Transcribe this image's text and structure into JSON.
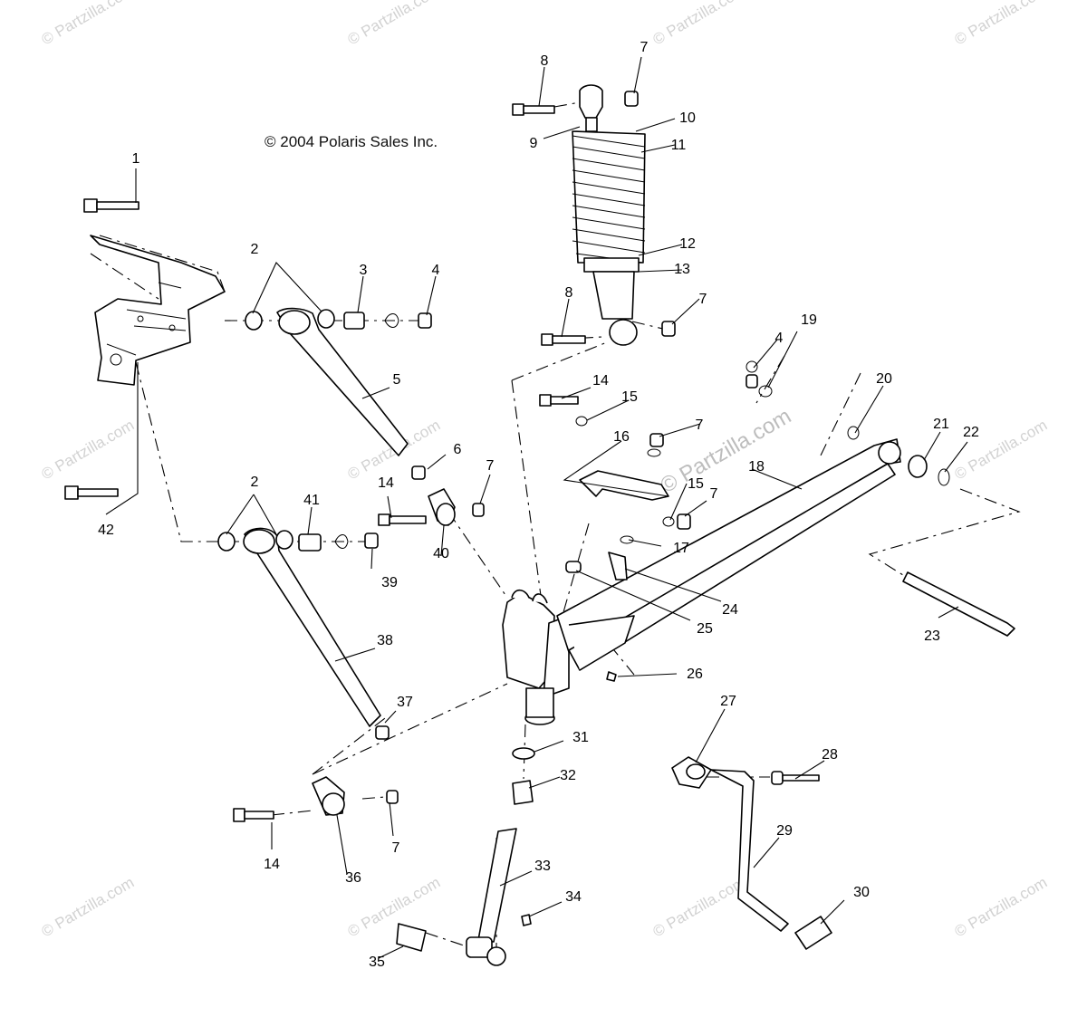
{
  "copyright": "© 2004 Polaris Sales Inc.",
  "watermark": {
    "text": "© Partzilla.com",
    "center_text": "© Partzilla.com"
  },
  "callouts": [
    {
      "num": "1"
    },
    {
      "num": "2"
    },
    {
      "num": "2"
    },
    {
      "num": "3"
    },
    {
      "num": "4"
    },
    {
      "num": "4"
    },
    {
      "num": "5"
    },
    {
      "num": "6"
    },
    {
      "num": "7"
    },
    {
      "num": "7"
    },
    {
      "num": "7"
    },
    {
      "num": "7"
    },
    {
      "num": "7"
    },
    {
      "num": "7"
    },
    {
      "num": "8"
    },
    {
      "num": "8"
    },
    {
      "num": "9"
    },
    {
      "num": "10"
    },
    {
      "num": "11"
    },
    {
      "num": "12"
    },
    {
      "num": "13"
    },
    {
      "num": "14"
    },
    {
      "num": "14"
    },
    {
      "num": "14"
    },
    {
      "num": "15"
    },
    {
      "num": "15"
    },
    {
      "num": "16"
    },
    {
      "num": "17"
    },
    {
      "num": "18"
    },
    {
      "num": "19"
    },
    {
      "num": "20"
    },
    {
      "num": "21"
    },
    {
      "num": "22"
    },
    {
      "num": "23"
    },
    {
      "num": "24"
    },
    {
      "num": "25"
    },
    {
      "num": "26"
    },
    {
      "num": "27"
    },
    {
      "num": "28"
    },
    {
      "num": "29"
    },
    {
      "num": "30"
    },
    {
      "num": "31"
    },
    {
      "num": "32"
    },
    {
      "num": "33"
    },
    {
      "num": "34"
    },
    {
      "num": "35"
    },
    {
      "num": "36"
    },
    {
      "num": "37"
    },
    {
      "num": "38"
    },
    {
      "num": "39"
    },
    {
      "num": "40"
    },
    {
      "num": "41"
    },
    {
      "num": "42"
    }
  ]
}
